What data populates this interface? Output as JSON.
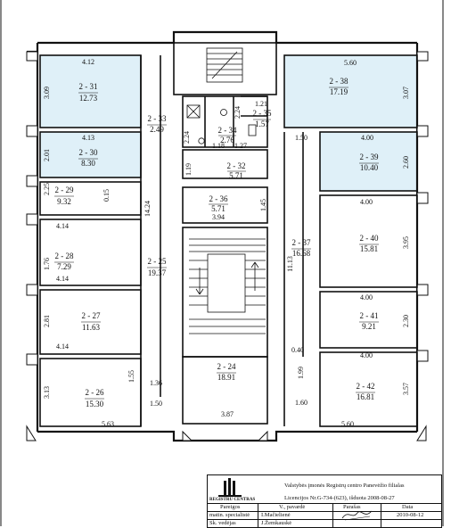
{
  "colors": {
    "highlight": "#dff0f8",
    "wall": "#111111",
    "paper": "#ffffff"
  },
  "rooms": [
    {
      "id": "2 - 31",
      "area": "12.73",
      "highlighted": true
    },
    {
      "id": "2 - 30",
      "area": "8.30",
      "highlighted": true
    },
    {
      "id": "2 - 29",
      "area": "9.32",
      "highlighted": false
    },
    {
      "id": "2 - 28",
      "area": "7.29",
      "highlighted": false
    },
    {
      "id": "2 - 27",
      "area": "11.63",
      "highlighted": false
    },
    {
      "id": "2 - 26",
      "area": "15.30",
      "highlighted": false
    },
    {
      "id": "2 - 25",
      "area": "19.37",
      "highlighted": false
    },
    {
      "id": "2 - 33",
      "area": "2.49",
      "highlighted": false
    },
    {
      "id": "2 - 34",
      "area": "2.76",
      "highlighted": false
    },
    {
      "id": "2 - 35",
      "area": "1.57",
      "highlighted": false
    },
    {
      "id": "2 - 32",
      "area": "5.71",
      "highlighted": false
    },
    {
      "id": "2 - 36",
      "area": "5.71",
      "highlighted": false
    },
    {
      "id": "2 - 24",
      "area": "18.91",
      "highlighted": false
    },
    {
      "id": "2 - 37",
      "area": "16.68",
      "highlighted": false
    },
    {
      "id": "2 - 38",
      "area": "17.19",
      "highlighted": true
    },
    {
      "id": "2 - 39",
      "area": "10.40",
      "highlighted": true
    },
    {
      "id": "2 - 40",
      "area": "15.81",
      "highlighted": false
    },
    {
      "id": "2 - 41",
      "area": "9.21",
      "highlighted": false
    },
    {
      "id": "2 - 42",
      "area": "16.81",
      "highlighted": false
    }
  ],
  "dimensions": [
    "4.12",
    "3.09",
    "4.13",
    "2.01",
    "2.25",
    "4.14",
    "0.15",
    "1.76",
    "4.14",
    "2.81",
    "4.14",
    "3.13",
    "1.55",
    "1.36",
    "5.63",
    "1.50",
    "14.24",
    "2.24",
    "1.21",
    "2.24",
    "1.18",
    "1.27",
    "1.19",
    "3.94",
    "1.45",
    "3.87",
    "5.60",
    "3.07",
    "1.50",
    "4.00",
    "2.60",
    "11.13",
    "4.00",
    "3.95",
    "4.00",
    "2.30",
    "4.00",
    "0.40",
    "1.99",
    "3.57",
    "1.60",
    "5.60"
  ],
  "title_block": {
    "logo_text": "REGISTRU CENTRAS",
    "org_line": "Valstybės įmonės Registrų centro Panevėžio filialas",
    "license_line": "Licencijos Nr.G-734-(623), išduota 2008-08-27",
    "headers": [
      "Pareigos",
      "V., pavardė",
      "Parašas",
      "Data"
    ],
    "row1": [
      "matin. specialistė",
      "I.Mačielienė",
      "",
      "2010-08-12"
    ],
    "row2": [
      "Sk. vedėjas",
      "J.Žemkauskė",
      "",
      ""
    ]
  }
}
